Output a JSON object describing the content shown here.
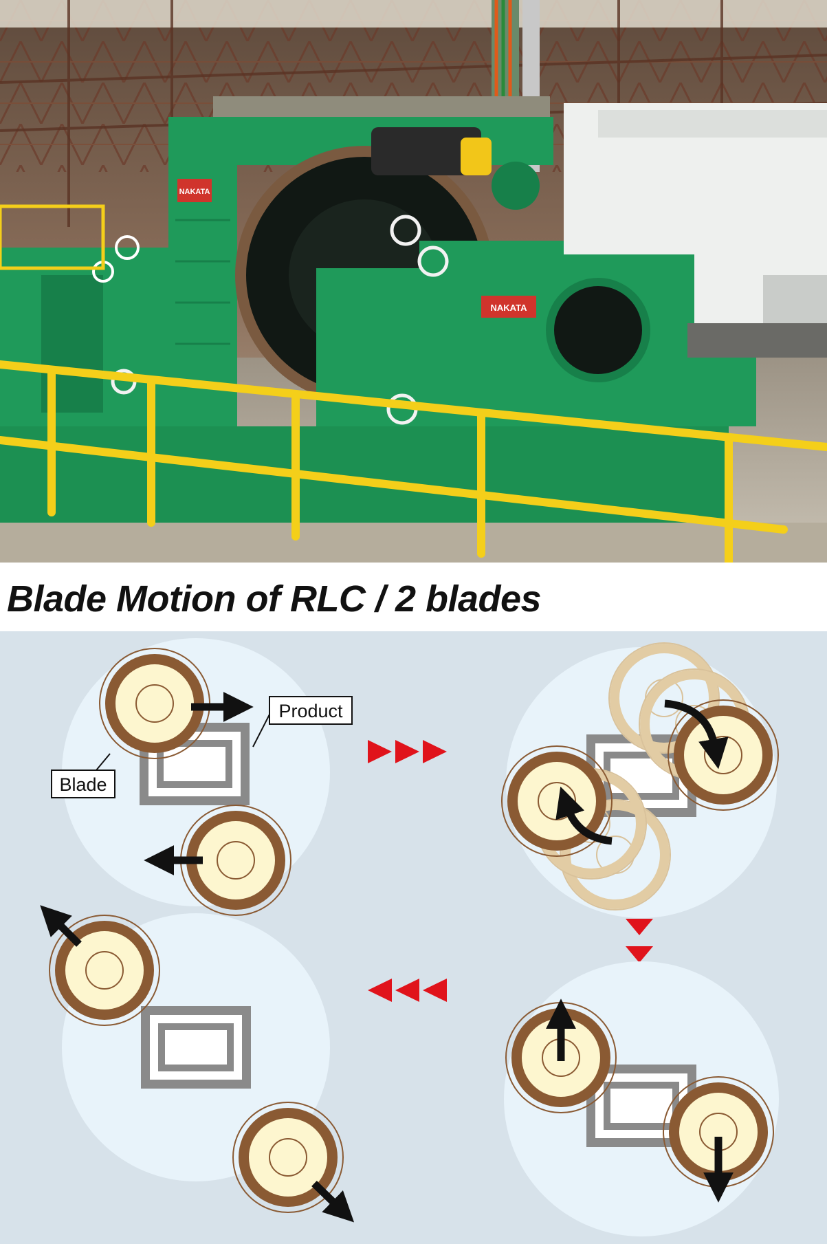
{
  "title": "Blade Motion of RLC / 2 blades",
  "photo": {
    "brand_sign_1": "NAKATA",
    "brand_sign_2": "NAKATA"
  },
  "diagram": {
    "label_product": "Product",
    "label_blade": "Blade"
  },
  "colors": {
    "diagram_background": "#d7e2ea",
    "stage_circle": "#e8f3fa",
    "blade_outer": "#8a5a33",
    "blade_inner": "#fdf6cf",
    "product_frame": "#8a8a8a",
    "flow_arrows": "#e0131b",
    "machine_green": "#1f9a5a",
    "railing_yellow": "#f4cf1a"
  }
}
